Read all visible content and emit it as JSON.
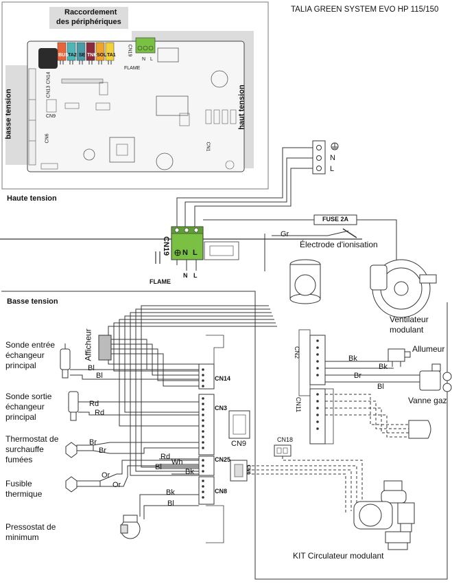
{
  "title": "TALIA GREEN SYSTEM EVO HP 115/150",
  "board": {
    "peripherals_title_line1": "Raccordement",
    "peripherals_title_line2": "des périphériques",
    "low_voltage_side": "basse tension",
    "high_voltage_side": "haut tension",
    "terminals": [
      "BUS",
      "TA2",
      "SE",
      "TNK",
      "SOL",
      "TA1"
    ],
    "terminal_colors": [
      "#e8643a",
      "#4fb6b8",
      "#4a9aa8",
      "#8b2a3c",
      "#f0a52a",
      "#f2d23a"
    ],
    "connector_labels": [
      "CN14",
      "CN13",
      "CN9",
      "CN6",
      "CN19",
      "CN1"
    ],
    "flame": "FLAME",
    "n": "N",
    "l": "L"
  },
  "mains": {
    "n": "N",
    "l": "L"
  },
  "sections": {
    "high": "Haute tension",
    "low": "Basse tension"
  },
  "hv": {
    "fuse": "FUSE 2A",
    "wire_gr": "Gr",
    "electrode": "Électrode d'ionisation",
    "cn19": "CN19",
    "n": "N",
    "l": "L",
    "flame": "FLAME"
  },
  "fan": "Ventilateur modulant",
  "igniter": "Allumeur",
  "gas_valve": "Vanne gaz",
  "pump_kit": "KIT Circulateur modulant",
  "display": "Afficheur",
  "connectors": {
    "cn14": "CN14",
    "cn3": "CN3",
    "cn9": "CN9",
    "cn25": "CN25",
    "cn8": "CN8",
    "cn2": "CN2",
    "cn11": "CN11",
    "cn18": "CN18",
    "cn6": "CN6"
  },
  "sensors": [
    {
      "name": "Sonde entrée échangeur principal",
      "wire1": "Bl",
      "wire2": "Bl"
    },
    {
      "name": "Sonde sortie échangeur principal",
      "wire1": "Rd",
      "wire2": "Rd"
    },
    {
      "name": "Thermostat de surchauffe fumées",
      "wire1": "Br",
      "wire2": "Br"
    },
    {
      "name": "Fusible thermique",
      "wire1": "Or",
      "wire2": "Or"
    },
    {
      "name": "Pressostat de minimum",
      "wire1": "Bk",
      "wire2": "Bl"
    }
  ],
  "cn25_wires": [
    "Rd",
    "Wh",
    "Bl",
    "Bk"
  ],
  "right_wires": {
    "bk1": "Bk",
    "bk2": "Bk",
    "br": "Br",
    "bl": "Bl"
  }
}
